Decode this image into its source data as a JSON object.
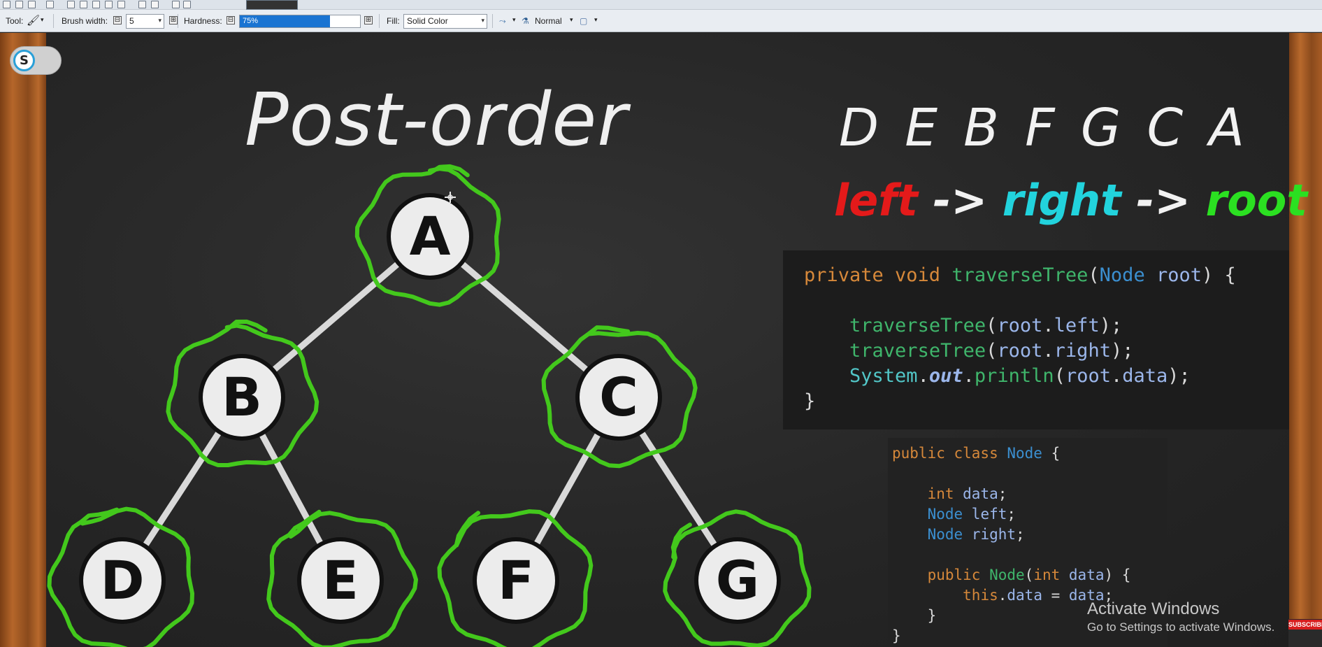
{
  "toolbar": {
    "tool_label": "Tool:",
    "brush_width_label": "Brush width:",
    "brush_width_value": "5",
    "hardness_label": "Hardness:",
    "hardness_value": "75%",
    "hardness_fraction": 0.75,
    "fill_label": "Fill:",
    "fill_value": "Solid Color",
    "blend_mode": "Normal",
    "minus_glyph": "⊟",
    "plus_glyph": "⊞"
  },
  "overlay": {
    "toggle_letter": "S"
  },
  "slide": {
    "title": "Post-order",
    "sequence": [
      "D",
      "E",
      "B",
      "F",
      "G",
      "C",
      "A"
    ],
    "order": {
      "left": "left",
      "arrow1": " -> ",
      "right": "right",
      "arrow2": " -> ",
      "root": "root"
    },
    "colors": {
      "left": "#e41a1a",
      "right": "#22d3dd",
      "root": "#2be021",
      "circle": "#43c81c"
    }
  },
  "tree": {
    "nodes": [
      {
        "id": "A",
        "label": "A"
      },
      {
        "id": "B",
        "label": "B"
      },
      {
        "id": "C",
        "label": "C"
      },
      {
        "id": "D",
        "label": "D"
      },
      {
        "id": "E",
        "label": "E"
      },
      {
        "id": "F",
        "label": "F"
      },
      {
        "id": "G",
        "label": "G"
      }
    ],
    "edges": [
      [
        "A",
        "B"
      ],
      [
        "A",
        "C"
      ],
      [
        "B",
        "D"
      ],
      [
        "B",
        "E"
      ],
      [
        "C",
        "F"
      ],
      [
        "C",
        "G"
      ]
    ]
  },
  "code_main": {
    "l1_kw": "private void ",
    "l1_fn": "traverseTree",
    "l1_p1": "(",
    "l1_ty": "Node",
    "l1_sp": " ",
    "l1_vr": "root",
    "l1_end": ") {",
    "l2_fn": "traverseTree",
    "l2_a": "(",
    "l2_vr": "root",
    "l2_b": ".",
    "l2_vr2": "left",
    "l2_c": ");",
    "l3_fn": "traverseTree",
    "l3_a": "(",
    "l3_vr": "root",
    "l3_b": ".",
    "l3_vr2": "right",
    "l3_c": ");",
    "l4_ct": "System",
    "l4_a": ".",
    "l4_it": "out",
    "l4_b": ".",
    "l4_fn": "println",
    "l4_c": "(",
    "l4_vr": "root",
    "l4_d": ".",
    "l4_vr2": "data",
    "l4_e": ");",
    "l5": "}"
  },
  "code_node": {
    "l1_kw": "public class ",
    "l1_ty": "Node",
    "l1_end": " {",
    "l2_kw": "int",
    "l2_vr": " data",
    "l2_end": ";",
    "l3_ty": "Node",
    "l3_vr": " left",
    "l3_end": ";",
    "l4_ty": "Node",
    "l4_vr": " right",
    "l4_end": ";",
    "l5_kw": "public ",
    "l5_fn": "Node",
    "l5_a": "(",
    "l5_kw2": "int",
    "l5_vr": " data",
    "l5_b": ") {",
    "l6_kw": "this",
    "l6_a": ".",
    "l6_vr": "data",
    "l6_b": " = ",
    "l6_vr2": "data",
    "l6_c": ";",
    "l7": "}",
    "l8": "}"
  },
  "windows_watermark": {
    "line1": "Activate Windows",
    "line2": "Go to Settings to activate Windows."
  },
  "subscribe_label": "SUBSCRIBE"
}
